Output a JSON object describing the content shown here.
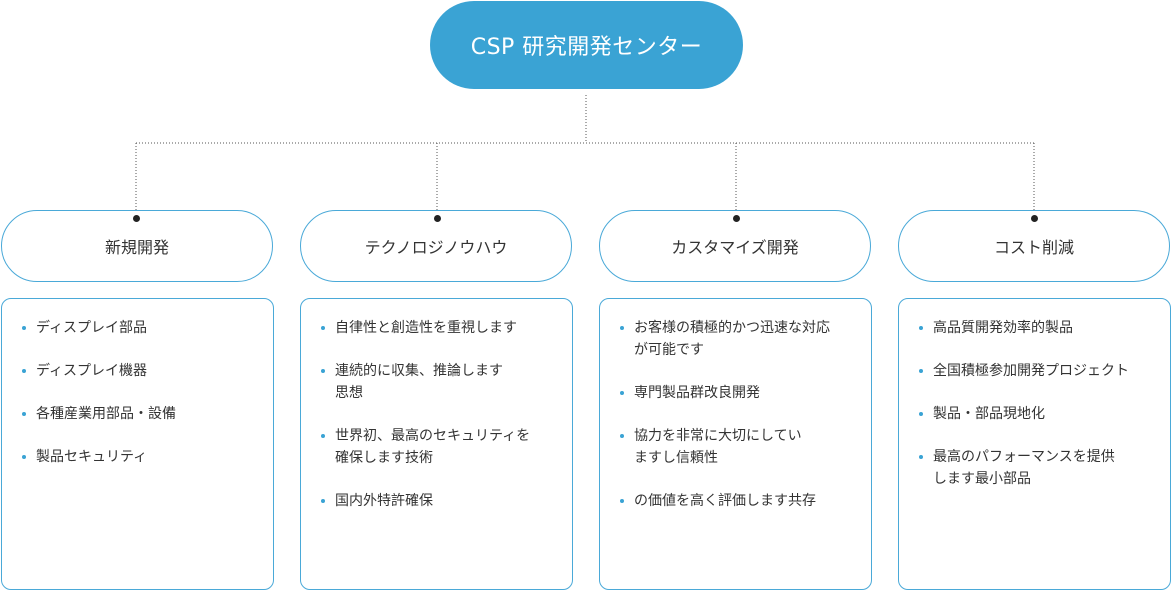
{
  "root": {
    "label": "CSP 研究開発センター"
  },
  "colors": {
    "accent": "#3aa3d4",
    "border": "#4aa9d8",
    "text": "#333333"
  },
  "categories": [
    {
      "title": "新規開発",
      "items": [
        "ディスプレイ部品",
        "ディスプレイ機器",
        "各種産業用部品・設備",
        "製品セキュリティ"
      ]
    },
    {
      "title": "テクノロジノウハウ",
      "items": [
        "自律性と創造性を重視します",
        "連続的に収集、推論します\n思想",
        "世界初、最高のセキュリティを\n確保します技術",
        "国内外特許確保"
      ]
    },
    {
      "title": "カスタマイズ開発",
      "items": [
        "お客様の積極的かつ迅速な対応\nが可能です",
        "専門製品群改良開発",
        "協力を非常に大切にしてい\nますし信頼性",
        "の価値を高く評価します共存"
      ]
    },
    {
      "title": "コスト削減",
      "items": [
        "高品質開発効率的製品",
        "全国積極参加開発プロジェクト",
        "製品・部品現地化",
        "最高のパフォーマンスを提供\nします最小部品"
      ]
    }
  ]
}
